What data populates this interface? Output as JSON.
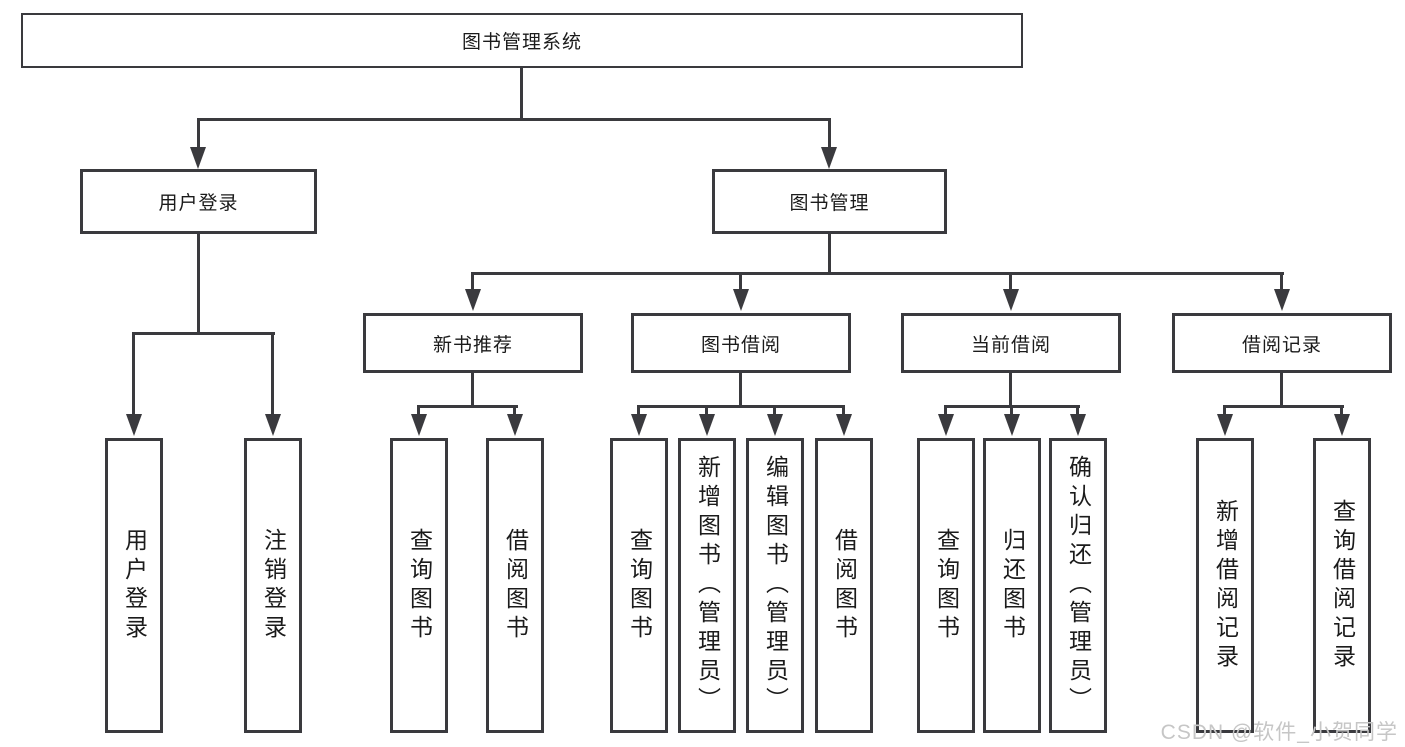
{
  "tree": {
    "root": "图书管理系统",
    "level1": [
      {
        "label": "用户登录",
        "children": [
          "用户登录",
          "注销登录"
        ]
      },
      {
        "label": "图书管理",
        "groups": [
          {
            "label": "新书推荐",
            "children": [
              "查询图书",
              "借阅图书"
            ]
          },
          {
            "label": "图书借阅",
            "children": [
              "查询图书",
              "新增图书（管理员）",
              "编辑图书（管理员）",
              "借阅图书"
            ]
          },
          {
            "label": "当前借阅",
            "children": [
              "查询图书",
              "归还图书",
              "确认归还（管理员）"
            ]
          },
          {
            "label": "借阅记录",
            "children": [
              "新增借阅记录",
              "查询借阅记录"
            ]
          }
        ]
      }
    ]
  },
  "watermark": "CSDN @软件_小贺同学",
  "colors": {
    "line": "#3a3a3e",
    "text": "#1b1b1b",
    "watermark": "#c6c6c6",
    "background": "#ffffff"
  }
}
